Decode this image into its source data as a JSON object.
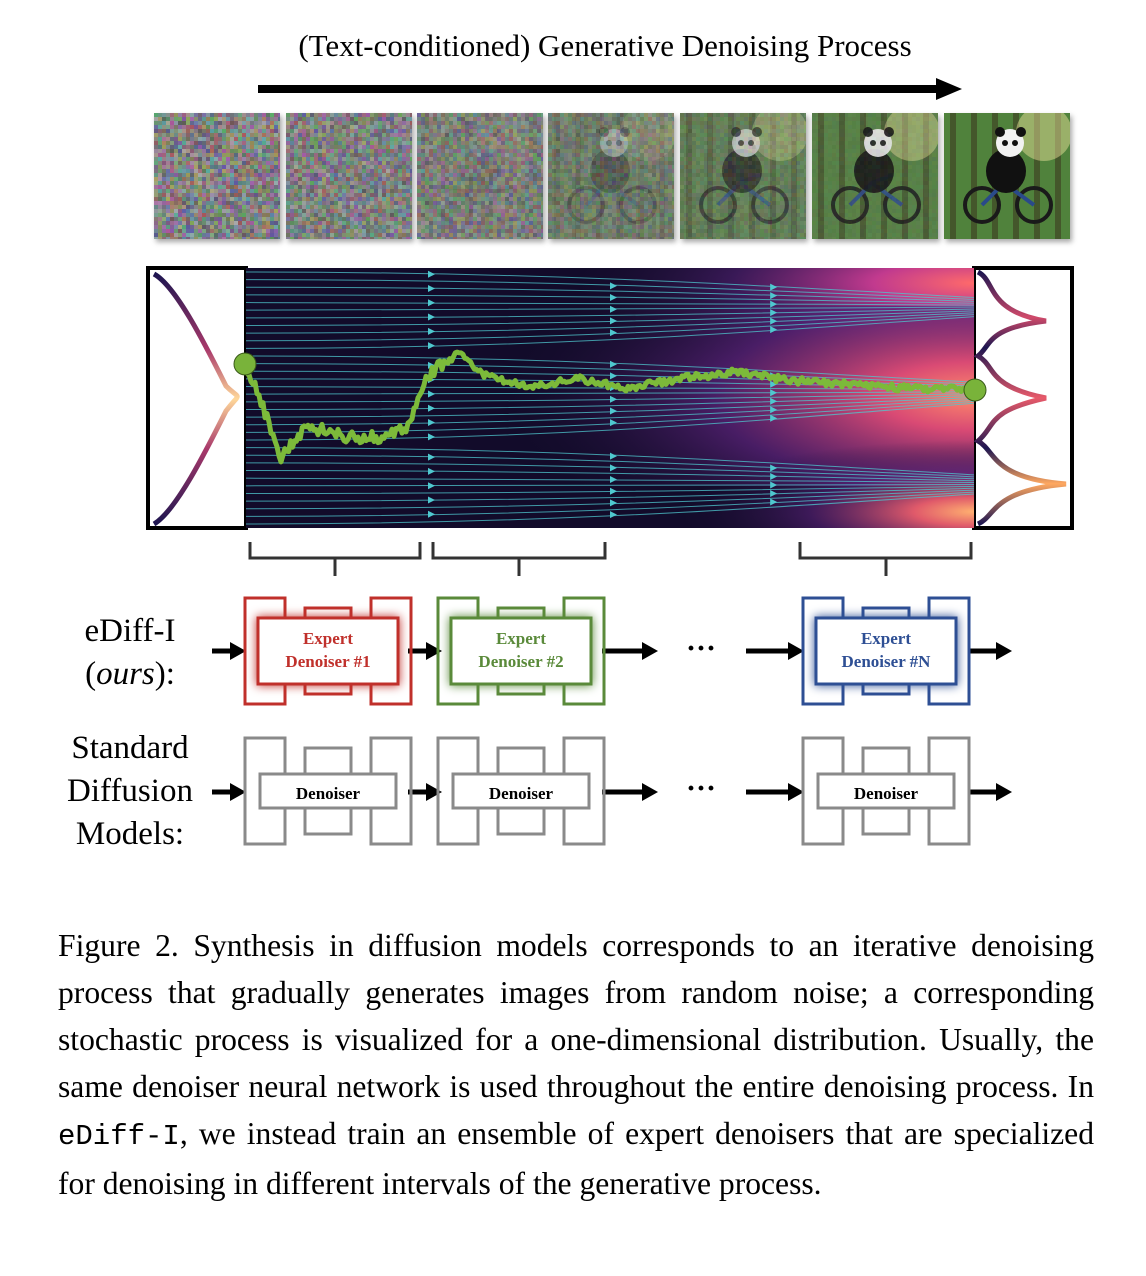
{
  "figure": {
    "title": "(Text-conditioned) Generative Denoising Process",
    "thumbnails": [
      {
        "name": "noise-step-1",
        "noise": 1.0
      },
      {
        "name": "noise-step-2",
        "noise": 0.85
      },
      {
        "name": "noise-step-3",
        "noise": 0.7
      },
      {
        "name": "noise-step-4",
        "noise": 0.45
      },
      {
        "name": "noise-step-5",
        "noise": 0.25
      },
      {
        "name": "noise-step-6",
        "noise": 0.1
      },
      {
        "name": "noise-step-7",
        "noise": 0.0
      }
    ],
    "ediff_label_line1": "eDiff-I",
    "ediff_label_line2_italic": "ours",
    "ediff_label_line2_open": "(",
    "ediff_label_line2_close": "):",
    "std_label_line1": "Standard",
    "std_label_line2": "Diffusion",
    "std_label_line3": "Models:",
    "experts": [
      {
        "line1": "Expert",
        "line2": "Denoiser #1",
        "color": "#c0302b"
      },
      {
        "line1": "Expert",
        "line2": "Denoiser #2",
        "color": "#5a8a3a"
      },
      {
        "line1": "Expert",
        "line2": "Denoiser #N",
        "color": "#2e4f94"
      }
    ],
    "standard_denoisers": [
      "Denoiser",
      "Denoiser",
      "Denoiser"
    ],
    "ellipsis": "···",
    "colors": {
      "panel_bg": "#1a1030",
      "trajectory": "#7cba3a",
      "point": "#79b33a",
      "stream": "#4fc8cf"
    }
  },
  "caption": {
    "part1": "Figure 2. Synthesis in diffusion models corresponds to an iterative denoising process that gradually generates images from random noise; a corresponding stochastic process is visualized for a one-dimensional distribution. Usually, the same denoiser neural network is used throughout the entire denoising process. In ",
    "code": "eDiff-I",
    "part2": ", we instead train an ensemble of expert denoisers that are specialized for denoising in different intervals of the generative process."
  }
}
